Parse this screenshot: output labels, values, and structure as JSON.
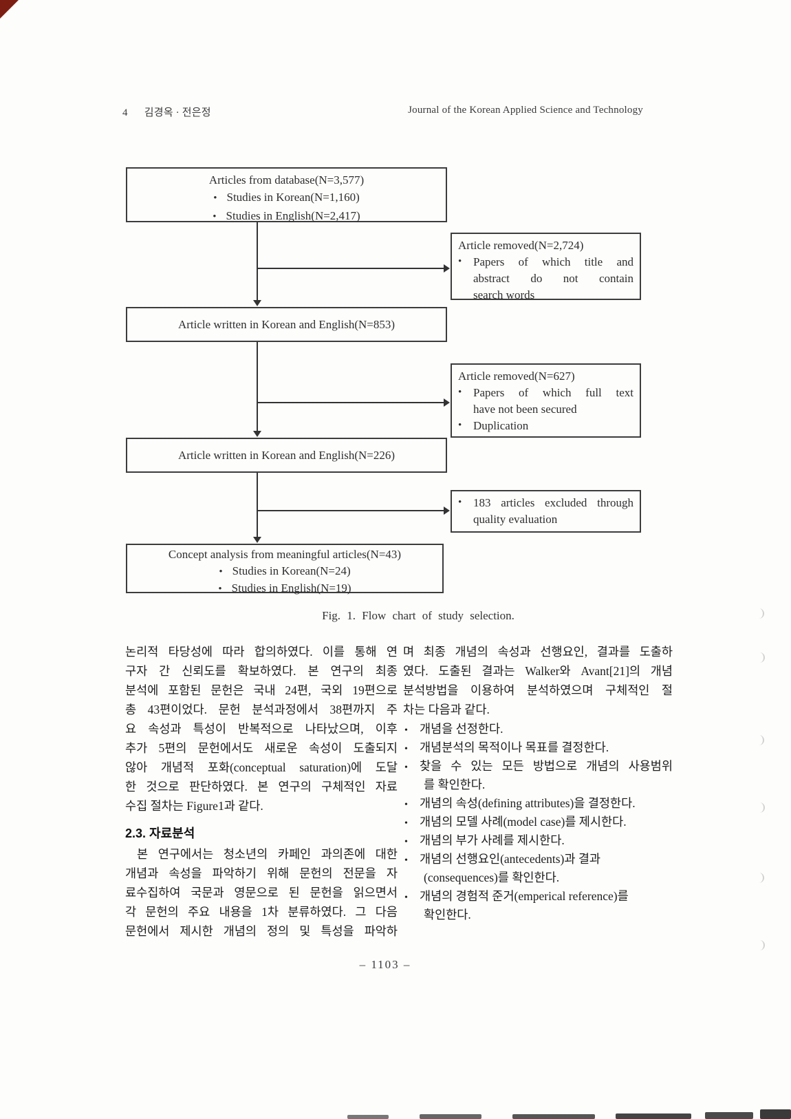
{
  "header": {
    "page_num": "4",
    "authors": "김경옥 · 전은정",
    "journal": "Journal of the Korean Applied Science and Technology"
  },
  "flowchart": {
    "caption": "Fig. 1. Flow chart of study selection.",
    "box1": {
      "title": "Articles from database(N=3,577)",
      "bullet1": "Studies in Korean(N=1,160)",
      "bullet2": "Studies in English(N=2,417)"
    },
    "side1": {
      "title": "Article removed(N=2,724)",
      "b1l1": "Papers of which title and",
      "b1l2": "abstract do not contain",
      "b1l3": "search words"
    },
    "box2": {
      "title": "Article written in Korean and English(N=853)"
    },
    "side2": {
      "title": "Article removed(N=627)",
      "b1l1": "Papers of which full text",
      "b1l2": "have not been secured",
      "b2l1": "Duplication"
    },
    "box3": {
      "title": "Article written in Korean and English(N=226)"
    },
    "side3": {
      "b1l1": "183 articles excluded through",
      "b1l2": "quality evaluation"
    },
    "box4": {
      "title": "Concept analysis from meaningful articles(N=43)",
      "bullet1": "Studies in Korean(N=24)",
      "bullet2": "Studies in English(N=19)"
    }
  },
  "body": {
    "left": {
      "p1": {
        "l1": "논리적 타당성에 따라 합의하였다. 이를 통해 연",
        "l2": "구자 간 신뢰도를 확보하였다. 본 연구의 최종",
        "l3": "분석에 포함된 문헌은 국내 24편, 국외 19편으로",
        "l4": "총 43편이었다. 문헌 분석과정에서 38편까지 주",
        "l5": "요 속성과 특성이 반복적으로 나타났으며, 이후",
        "l6": "추가 5편의 문헌에서도 새로운 속성이 도출되지",
        "l7": "않아 개념적 포화(conceptual saturation)에 도달",
        "l8": "한 것으로 판단하였다. 본 연구의 구체적인 자료",
        "l9": "수집 절차는 Figure1과 같다."
      },
      "heading": "2.3. 자료분석",
      "p2": {
        "l1": "본 연구에서는 청소년의 카페인 과의존에 대한",
        "l2": "개념과 속성을 파악하기 위해 문헌의 전문을 자",
        "l3": "료수집하여 국문과 영문으로 된 문헌을 읽으면서",
        "l4": "각 문헌의 주요 내용을 1차 분류하였다. 그 다음",
        "l5": "문헌에서 제시한 개념의 정의 및 특성을 파악하"
      }
    },
    "right": {
      "p1": {
        "l1": "며 최종 개념의 속성과 선행요인, 결과를 도출하",
        "l2": "였다. 도출된 결과는 Walker와 Avant[21]의 개념",
        "l3": "분석방법을 이용하여 분석하였으며 구체적인 절",
        "l4": "차는 다음과 같다."
      },
      "bullets": {
        "b1": "개념을 선정한다.",
        "b2": "개념분석의 목적이나 목표를 결정한다.",
        "b3l1": "찾을 수 있는 모든 방법으로 개념의 사용범위",
        "b3l2": "를 확인한다.",
        "b4": "개념의 속성(defining attributes)을 결정한다.",
        "b5": "개념의 모델 사례(model case)를 제시한다.",
        "b6": "개념의 부가 사례를 제시한다.",
        "b7l1": "개념의 선행요인(antecedents)과 결과",
        "b7l2": "(consequences)를 확인한다.",
        "b8l1": "개념의 경험적 준거(emperical reference)를",
        "b8l2": "확인한다."
      }
    }
  },
  "footer": {
    "page_number": "– 1103 –"
  }
}
